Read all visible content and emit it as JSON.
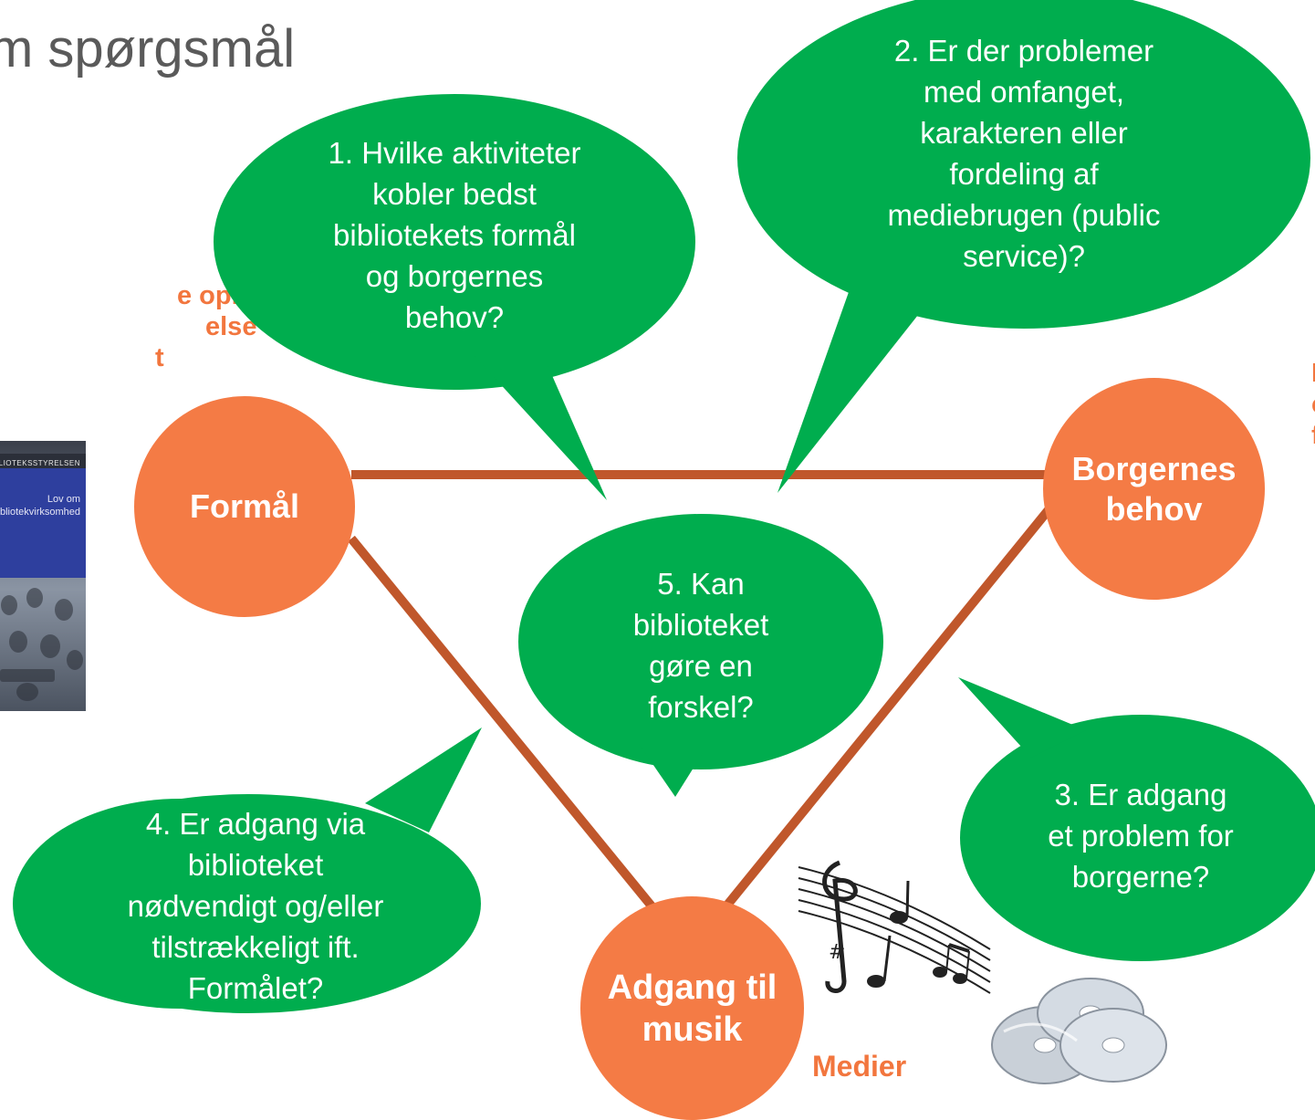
{
  "title": "m spørgsmål",
  "left_note": {
    "line1": "e oplysning,",
    "line2": "else og kulturel",
    "line3": "t"
  },
  "right_note": {
    "line1": "I",
    "line2": "c",
    "line3": "f"
  },
  "nodes": {
    "formal": "Formål",
    "borgernes": "Borgernes behov",
    "adgang": "Adgang til musik"
  },
  "questions": {
    "q1": "1. Hvilke aktiviteter\nkobler bedst\nbibliotekets formål\nog borgernes\nbehov?",
    "q2": "2. Er der problemer\nmed omfanget,\nkarakteren eller\nfordeling af\nmediebrugen (public\nservice)?",
    "q3": "3. Er adgang\net problem for\nborgerne?",
    "q4": "4. Er adgang via\nbiblioteket\nnødvendigt og/eller\ntilstrækkeligt ift.\nFormålet?",
    "q5": "5. Kan\nbiblioteket\ngøre en\nforskel?"
  },
  "medier_label": "Medier",
  "book": {
    "publisher": "BIBLIOTEKSSTYRELSEN",
    "title_line1": "Lov om",
    "title_line2": "bibliotekvirksomhed"
  },
  "colors": {
    "bubble": "#00ad4e",
    "circle": "#f47b45",
    "connector": "#c0572b",
    "accent_text": "#f2763e"
  },
  "icons": [
    "music-notes-icon",
    "cd-stack-icon"
  ]
}
